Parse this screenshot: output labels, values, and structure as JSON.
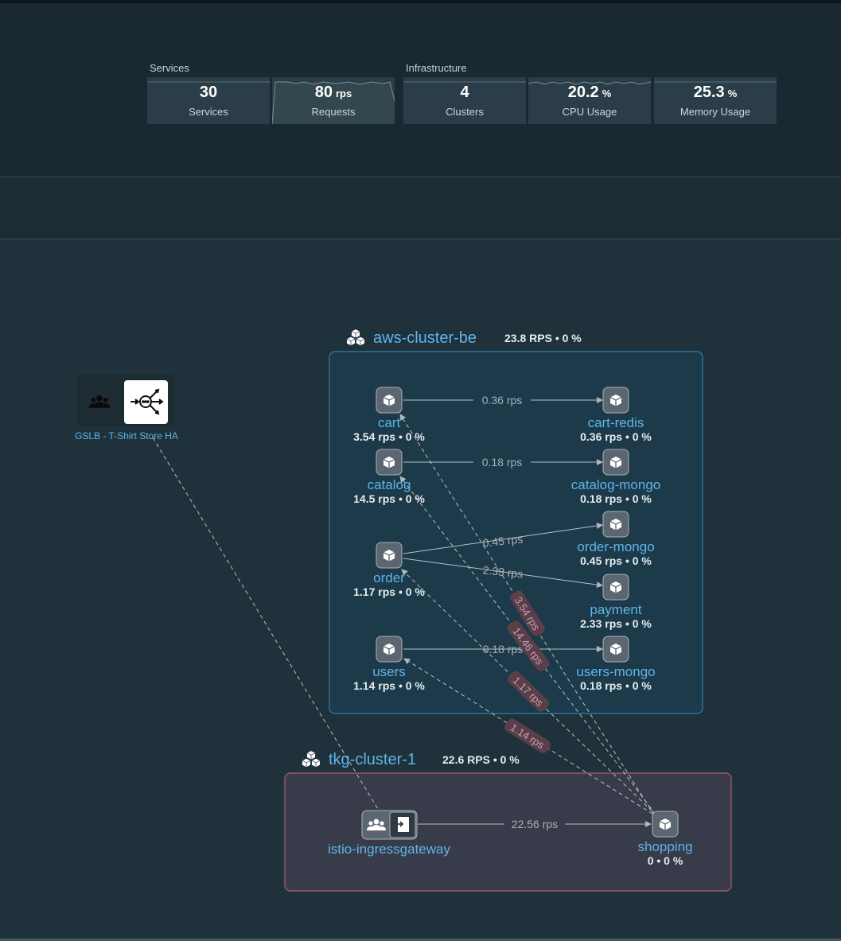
{
  "summary": {
    "services_group": "Services",
    "infra_group": "Infrastructure",
    "cards": [
      {
        "value": "30",
        "unit": "",
        "label": "Services"
      },
      {
        "value": "80",
        "unit": "rps",
        "label": "Requests"
      },
      {
        "value": "4",
        "unit": "",
        "label": "Clusters"
      },
      {
        "value": "20.2",
        "unit": "%",
        "label": "CPU Usage"
      },
      {
        "value": "25.3",
        "unit": "%",
        "label": "Memory Usage"
      }
    ]
  },
  "gslb": {
    "label": "GSLB - T-Shirt Store HA"
  },
  "clusters": {
    "aws": {
      "name": "aws-cluster-be",
      "stats": "23.8 RPS • 0 %"
    },
    "tkg": {
      "name": "tkg-cluster-1",
      "stats": "22.6 RPS • 0 %"
    }
  },
  "services": {
    "cart": {
      "name": "cart",
      "stats": "3.54 rps • 0 %"
    },
    "cart_redis": {
      "name": "cart-redis",
      "stats": "0.36 rps • 0 %"
    },
    "catalog": {
      "name": "catalog",
      "stats": "14.5 rps • 0 %"
    },
    "catalog_mongo": {
      "name": "catalog-mongo",
      "stats": "0.18 rps • 0 %"
    },
    "order": {
      "name": "order",
      "stats": "1.17 rps • 0 %"
    },
    "order_mongo": {
      "name": "order-mongo",
      "stats": "0.45 rps • 0 %"
    },
    "payment": {
      "name": "payment",
      "stats": "2.33 rps • 0 %"
    },
    "users": {
      "name": "users",
      "stats": "1.14 rps • 0 %"
    },
    "users_mongo": {
      "name": "users-mongo",
      "stats": "0.18 rps • 0 %"
    },
    "gateway": {
      "name": "istio-ingressgateway",
      "stats": ""
    },
    "shopping": {
      "name": "shopping",
      "stats": "0 • 0 %"
    }
  },
  "edges": {
    "cart_redis": "0.36 rps",
    "catalog_mongo": "0.18 rps",
    "order_mongo": "0.45 rps",
    "order_payment": "2.33 rps",
    "users_mongo": "0.18 rps",
    "gw_shopping": "22.56 rps",
    "shop_cart": "3.54 rps",
    "shop_catalog": "14.46 rps",
    "shop_order": "1.17 rps",
    "shop_users": "1.14 rps"
  },
  "colors": {
    "aws_border": "#2e7fae",
    "tkg_border": "#b05a7a",
    "link_text": "#5fb4e8",
    "edge_label_bg": "#5a3e4a"
  }
}
